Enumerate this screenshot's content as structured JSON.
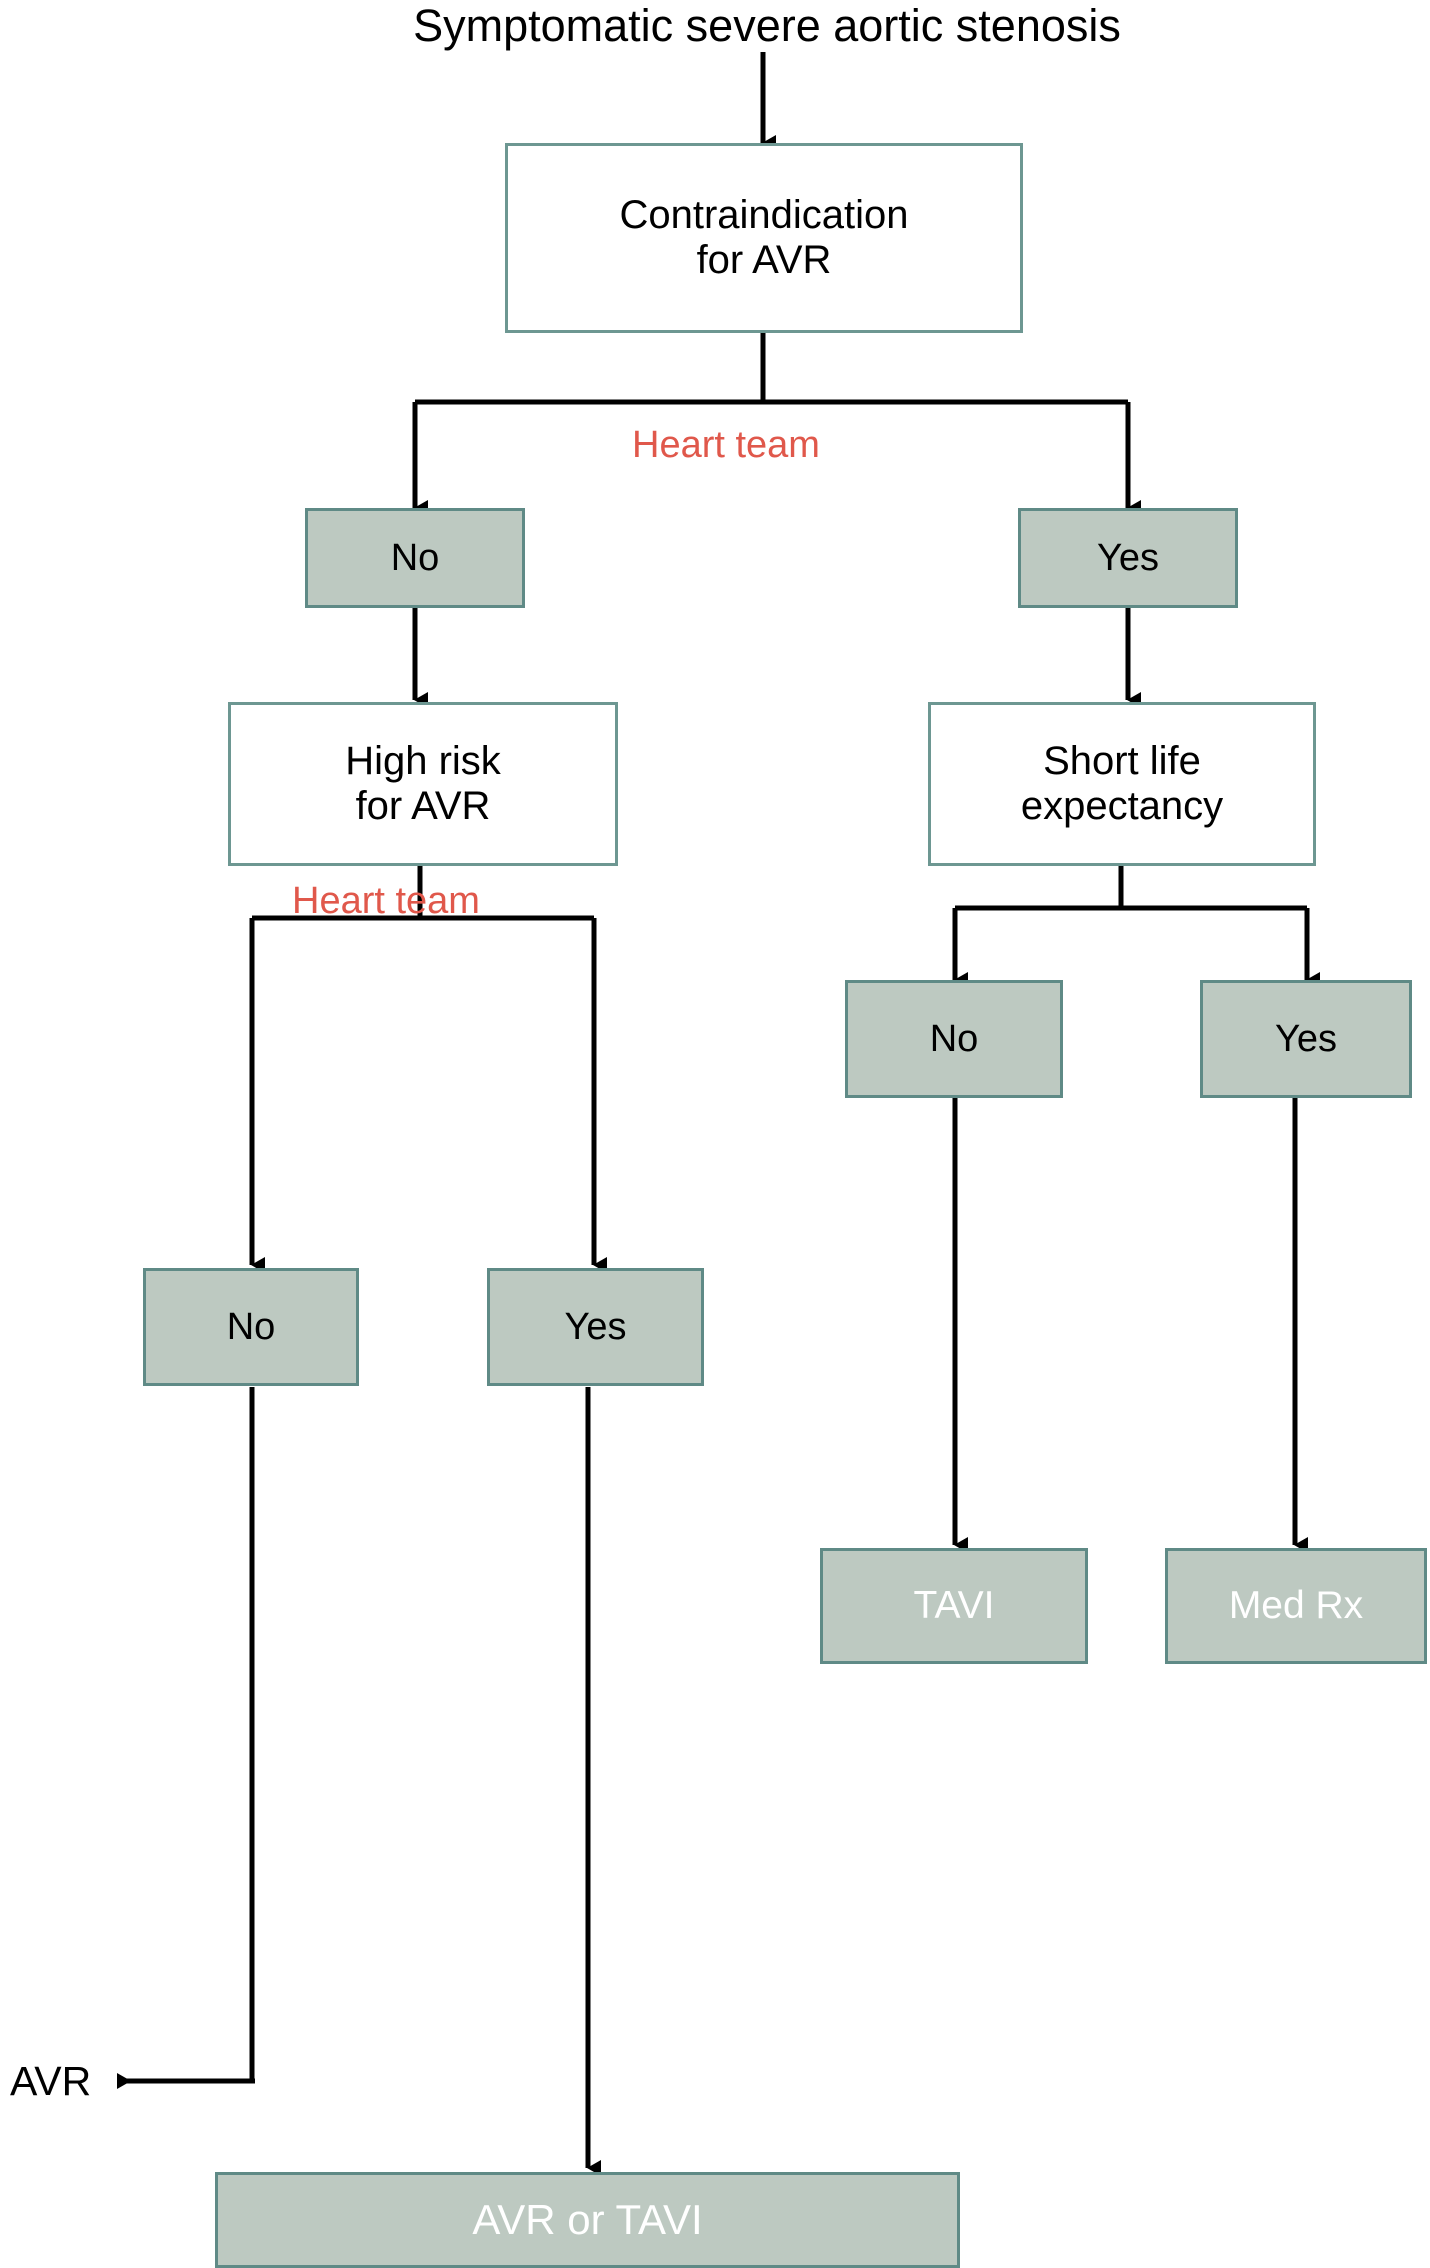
{
  "diagram": {
    "title": "Symptomatic severe aortic stenosis",
    "colors": {
      "box_fill_decision": "#ffffff",
      "box_fill_choice": "#bdc9c1",
      "box_border": "#5f8a86",
      "edge_label": "#e0584b",
      "line": "#000000",
      "outcome_text": "#ffffff",
      "background": "#ffffff"
    },
    "nodes": {
      "root_title": "Symptomatic severe aortic stenosis",
      "contraindication": "Contraindication\nfor AVR",
      "contra_no": "No",
      "contra_yes": "Yes",
      "high_risk": "High risk\nfor AVR",
      "short_life": "Short life\nexpectancy",
      "high_risk_no": "No",
      "high_risk_yes": "Yes",
      "short_life_no": "No",
      "short_life_yes": "Yes",
      "tavi": "TAVI",
      "med_rx": "Med Rx",
      "avr": "AVR",
      "avr_or_tavi": "AVR or TAVI"
    },
    "edge_labels": {
      "heart_team_top": "Heart team",
      "heart_team_mid": "Heart team"
    }
  },
  "chart_data": {
    "type": "flowchart",
    "title": "Symptomatic severe aortic stenosis",
    "orientation": "top-down",
    "nodes": [
      {
        "id": "start",
        "label": "Symptomatic severe aortic stenosis",
        "shape": "text"
      },
      {
        "id": "contra",
        "label": "Contraindication for AVR",
        "shape": "box",
        "fill": "#ffffff"
      },
      {
        "id": "contra_no",
        "label": "No",
        "shape": "box",
        "fill": "#bdc9c1"
      },
      {
        "id": "contra_yes",
        "label": "Yes",
        "shape": "box",
        "fill": "#bdc9c1"
      },
      {
        "id": "high_risk",
        "label": "High risk for AVR",
        "shape": "box",
        "fill": "#ffffff"
      },
      {
        "id": "short_life",
        "label": "Short life expectancy",
        "shape": "box",
        "fill": "#ffffff"
      },
      {
        "id": "hr_no",
        "label": "No",
        "shape": "box",
        "fill": "#bdc9c1"
      },
      {
        "id": "hr_yes",
        "label": "Yes",
        "shape": "box",
        "fill": "#bdc9c1"
      },
      {
        "id": "sl_no",
        "label": "No",
        "shape": "box",
        "fill": "#bdc9c1"
      },
      {
        "id": "sl_yes",
        "label": "Yes",
        "shape": "box",
        "fill": "#bdc9c1"
      },
      {
        "id": "tavi",
        "label": "TAVI",
        "shape": "box",
        "fill": "#bdc9c1"
      },
      {
        "id": "med_rx",
        "label": "Med Rx",
        "shape": "box",
        "fill": "#bdc9c1"
      },
      {
        "id": "avr",
        "label": "AVR",
        "shape": "text"
      },
      {
        "id": "avr_or_tavi",
        "label": "AVR or TAVI",
        "shape": "box",
        "fill": "#bdc9c1"
      }
    ],
    "edges": [
      {
        "from": "start",
        "to": "contra",
        "label": ""
      },
      {
        "from": "contra",
        "to": "contra_no",
        "label": "Heart team"
      },
      {
        "from": "contra",
        "to": "contra_yes",
        "label": "Heart team"
      },
      {
        "from": "contra_no",
        "to": "high_risk",
        "label": ""
      },
      {
        "from": "contra_yes",
        "to": "short_life",
        "label": ""
      },
      {
        "from": "high_risk",
        "to": "hr_no",
        "label": "Heart team"
      },
      {
        "from": "high_risk",
        "to": "hr_yes",
        "label": "Heart team"
      },
      {
        "from": "short_life",
        "to": "sl_no",
        "label": ""
      },
      {
        "from": "short_life",
        "to": "sl_yes",
        "label": ""
      },
      {
        "from": "sl_no",
        "to": "tavi",
        "label": ""
      },
      {
        "from": "sl_yes",
        "to": "med_rx",
        "label": ""
      },
      {
        "from": "hr_no",
        "to": "avr",
        "label": ""
      },
      {
        "from": "hr_yes",
        "to": "avr_or_tavi",
        "label": ""
      }
    ]
  }
}
